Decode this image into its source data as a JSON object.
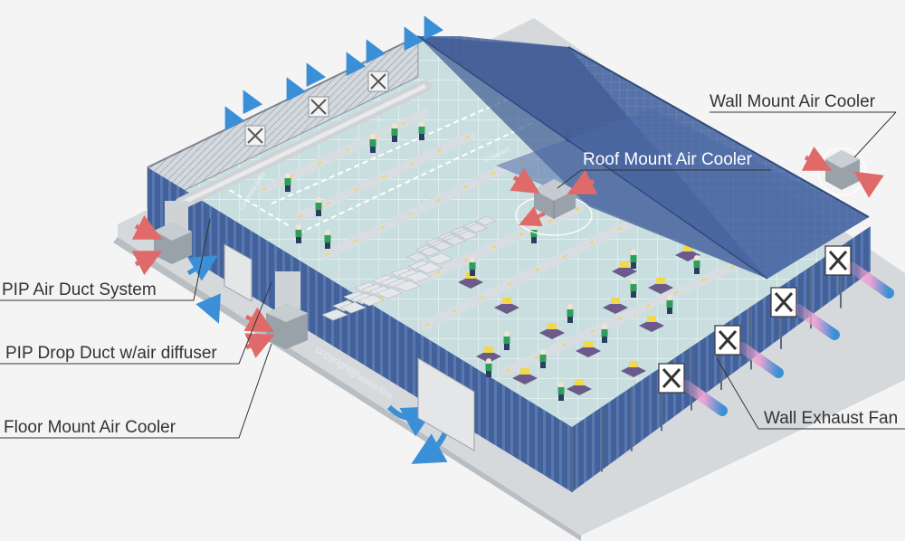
{
  "labels": {
    "wall_mount_air_cooler": "Wall Mount Air Cooler",
    "roof_mount_air_cooler": "Roof Mount Air Cooler",
    "pip_air_duct_system": "PIP Air Duct System",
    "pip_drop_duct": "PIP Drop Duct w/air diffuser",
    "floor_mount_air_cooler": "Floor Mount Air Cooler",
    "wall_exhaust_fan": "Wall Exhaust Fan"
  },
  "watermark": "copyright@waterline",
  "floor_marks": [
    "Covered",
    "Covered Area"
  ],
  "colors": {
    "background": "#f4f4f4",
    "wall_blue": "#3f5f99",
    "roof_blue": "#4d6aa3",
    "floor_teal": "#c9dedf",
    "airflow_cool": "#3a8fd6",
    "airflow_warm": "#e06a6a",
    "duct_grey": "#cfd3d6",
    "worker_green": "#2f9e5a"
  },
  "icons": [
    "wall-exhaust-fan-icon",
    "air-cooler-icon",
    "air-duct-icon",
    "airflow-arrow-icon",
    "worker-icon",
    "door-icon"
  ]
}
